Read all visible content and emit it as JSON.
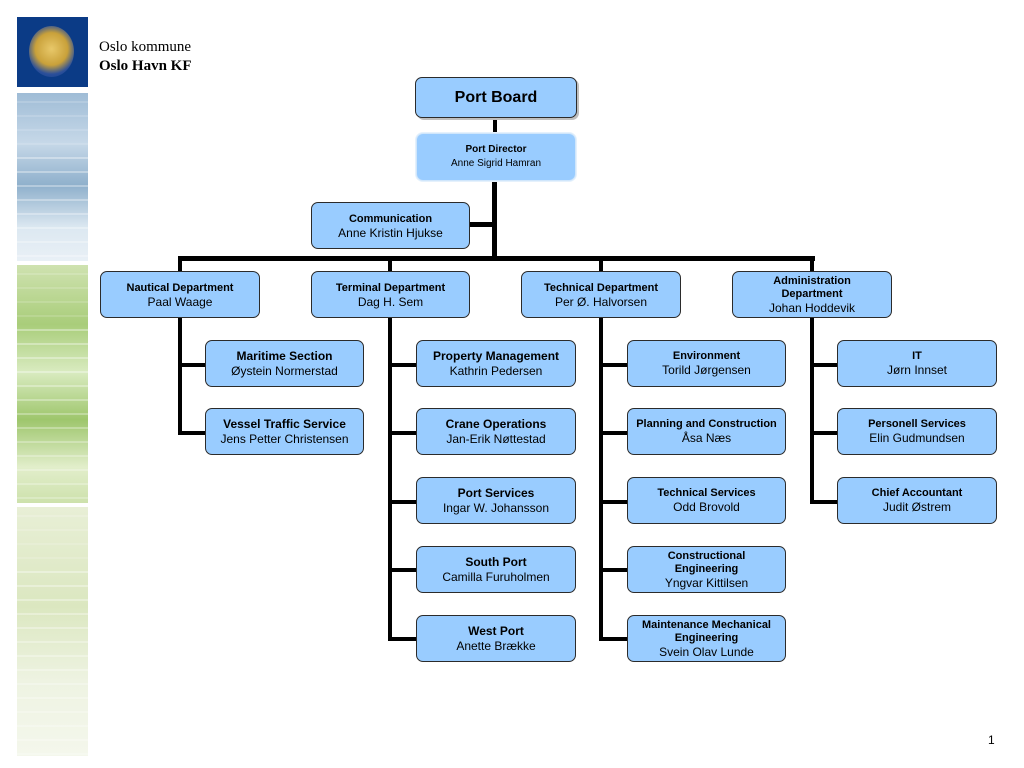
{
  "header": {
    "org_line1": "Oslo kommune",
    "org_line2": "Oslo Havn KF",
    "logo_icon": "oslo-city-seal-icon"
  },
  "org_chart": {
    "root": {
      "title": "Port Board"
    },
    "director": {
      "title": "Port Director",
      "name": "Anne Sigrid Hamran"
    },
    "staff": {
      "title": "Communication",
      "name": "Anne Kristin Hjukse"
    },
    "departments": [
      {
        "title": "Nautical Department",
        "name": "Paal Waage",
        "units": [
          {
            "title": "Maritime Section",
            "name": "Øystein Normerstad"
          },
          {
            "title": "Vessel Traffic Service",
            "name": "Jens Petter Christensen"
          }
        ]
      },
      {
        "title": "Terminal Department",
        "name": "Dag H. Sem",
        "units": [
          {
            "title": "Property Management",
            "name": "Kathrin Pedersen"
          },
          {
            "title": "Crane Operations",
            "name": "Jan-Erik Nøttestad"
          },
          {
            "title": "Port Services",
            "name": "Ingar W. Johansson"
          },
          {
            "title": "South Port",
            "name": "Camilla Furuholmen"
          },
          {
            "title": "West Port",
            "name": "Anette Brække"
          }
        ]
      },
      {
        "title": "Technical Department",
        "name": "Per Ø. Halvorsen",
        "units": [
          {
            "title": "Environment",
            "name": "Torild Jørgensen"
          },
          {
            "title": "Planning and Construction",
            "name": "Åsa Næs"
          },
          {
            "title": "Technical Services",
            "name": "Odd Brovold"
          },
          {
            "title": "Constructional Engineering",
            "name": "Yngvar Kittilsen"
          },
          {
            "title": "Maintenance Mechanical Engineering",
            "name": "Svein Olav Lunde"
          }
        ]
      },
      {
        "title": "Administration Department",
        "name": "Johan Hoddevik",
        "units": [
          {
            "title": "IT",
            "name": "Jørn Innset"
          },
          {
            "title": "Personell Services",
            "name": "Elin Gudmundsen"
          },
          {
            "title": "Chief Accountant",
            "name": "Judit Østrem"
          }
        ]
      }
    ]
  },
  "footer": {
    "page_number": "1"
  },
  "colors": {
    "box_fill": "#99ccff",
    "connector": "#000000",
    "logo_bg": "#0b3b86"
  }
}
